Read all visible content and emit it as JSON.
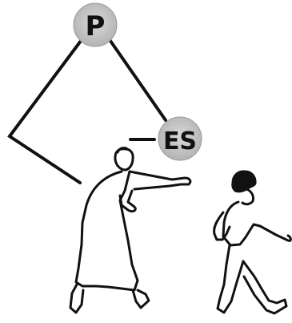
{
  "diagram": {
    "nodes": [
      {
        "id": "p",
        "label": "P"
      },
      {
        "id": "es",
        "label": "ES"
      }
    ],
    "edges": [
      {
        "from": "p",
        "to": "es",
        "kind": "line"
      },
      {
        "from": "p",
        "to": "figure-woman",
        "kind": "bent-line"
      }
    ],
    "figures": [
      {
        "id": "figure-woman",
        "icon": "woman-pointing-outline"
      },
      {
        "id": "figure-walker",
        "icon": "walking-person-outline"
      }
    ],
    "colors": {
      "node_fill": "#c6c6c6",
      "stroke": "#111111",
      "background": "#ffffff"
    }
  }
}
